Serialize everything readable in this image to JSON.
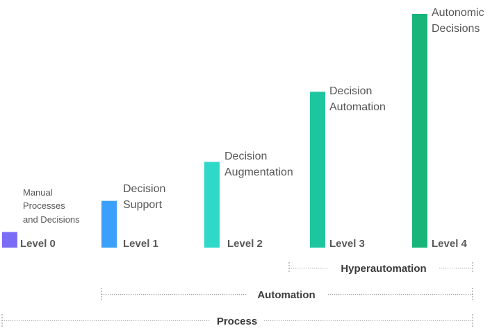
{
  "levels": [
    {
      "level": "Level 0",
      "description": [
        "Manual",
        "Processes",
        "and Decisions"
      ],
      "value": 1,
      "color": "#7b6cf6"
    },
    {
      "level": "Level 1",
      "description": [
        "Decision",
        "Support"
      ],
      "value": 3,
      "color": "#3aa0fb"
    },
    {
      "level": "Level 2",
      "description": [
        "Decision",
        "Augmentation"
      ],
      "value": 5.5,
      "color": "#2fd9c9"
    },
    {
      "level": "Level 3",
      "description": [
        "Decision",
        "Automation"
      ],
      "value": 10,
      "color": "#1ec6a0"
    },
    {
      "level": "Level 4",
      "description": [
        "Autonomic",
        "Decisions"
      ],
      "value": 15,
      "color": "#17b57a"
    }
  ],
  "spans": [
    {
      "label": "Hyperautomation",
      "from_level": 3,
      "to_level": 4
    },
    {
      "label": "Automation",
      "from_level": 1,
      "to_level": 4
    },
    {
      "label": "Process",
      "from_level": 0,
      "to_level": 4
    }
  ]
}
